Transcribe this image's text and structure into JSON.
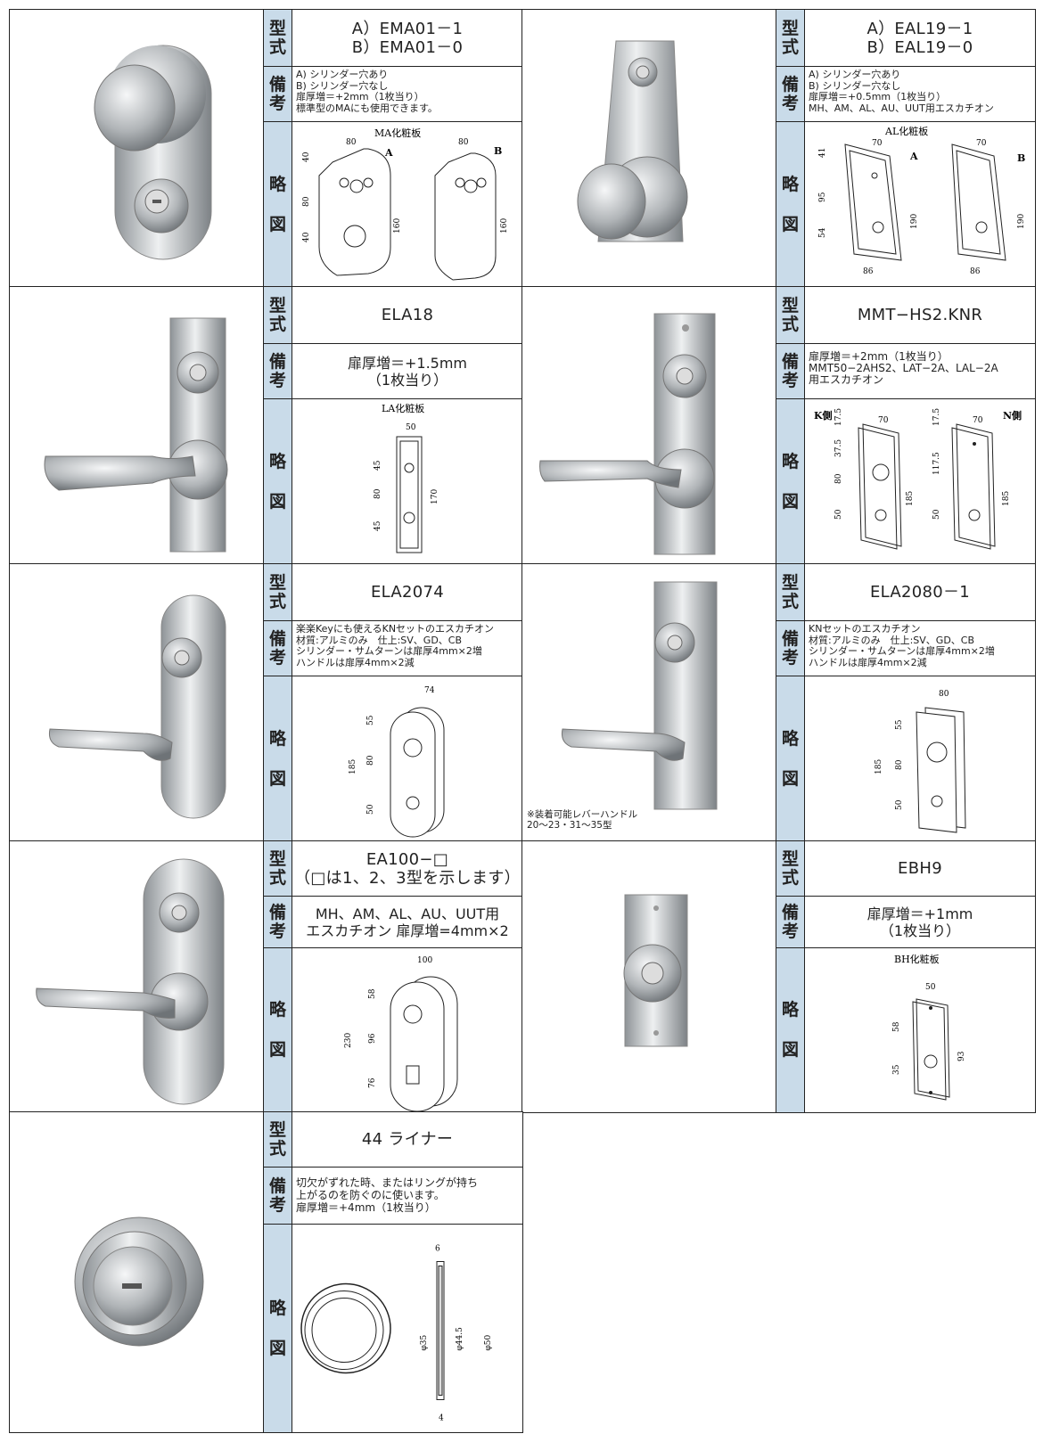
{
  "labels": {
    "model": [
      "型",
      "式"
    ],
    "remarks": [
      "備",
      "考"
    ],
    "sketch": [
      "略",
      "図"
    ]
  },
  "items": [
    {
      "model": "A）EMA01－1\nB）EMA01－0",
      "remarks": "A) シリンダー穴あり\nB) シリンダー穴なし\n扉厚増＝+2mm（1枚当り）\n標準型のMAにも使用できます。",
      "plate_title": "MA化粧板",
      "dims": [
        "40",
        "80",
        "40",
        "80",
        "160",
        "80",
        "160"
      ],
      "variants": [
        "A",
        "B"
      ]
    },
    {
      "model": "A）EAL19－1\nB）EAL19－0",
      "remarks": "A) シリンダー穴あり\nB) シリンダー穴なし\n扉厚増＝+0.5mm（1枚当り）\nMH、AM、AL、AU、UUT用エスカチオン",
      "plate_title": "AL化粧板",
      "dims": [
        "41",
        "70",
        "95",
        "54",
        "190",
        "86",
        "70",
        "190",
        "86"
      ],
      "variants": [
        "A",
        "B"
      ]
    },
    {
      "model": "ELA18",
      "remarks": "扉厚増＝+1.5mm\n（1枚当り）",
      "plate_title": "LA化粧板",
      "dims": [
        "50",
        "45",
        "80",
        "45",
        "170"
      ]
    },
    {
      "model": "MMT−HS2.KNR",
      "remarks": "扉厚増＝+2mm（1枚当り）\nMMT50−2AHS2、LAT−2A、LAL−2A\n用エスカチオン",
      "sides": [
        "K側",
        "N側"
      ],
      "dims": [
        "17.5",
        "37.5",
        "80",
        "50",
        "185",
        "70",
        "17.5",
        "117.5",
        "50",
        "185",
        "70"
      ]
    },
    {
      "model": "ELA2074",
      "remarks": "楽楽Keyにも使えるKNセットのエスカチオン\n材質:アルミのみ　仕上:SV、GD、CB\nシリンダー・サムターンは扉厚4mm×2増\nハンドルは扉厚4mm×2減",
      "dims": [
        "74",
        "55",
        "185",
        "80",
        "50"
      ]
    },
    {
      "model": "ELA2080－1",
      "remarks": "KNセットのエスカチオン\n材質:アルミのみ　仕上:SV、GD、CB\nシリンダー・サムターンは扉厚4mm×2増\nハンドルは扉厚4mm×2減",
      "photo_note": "※装着可能レバーハンドル\n20〜23・31〜35型",
      "dims": [
        "80",
        "55",
        "185",
        "80",
        "50"
      ]
    },
    {
      "model": "EA100−□\n（□は1、2、3型を示します）",
      "remarks": "MH、AM、AL、AU、UUT用\nエスカチオン 扉厚増=4mm×2",
      "dims": [
        "100",
        "58",
        "230",
        "96",
        "76"
      ]
    },
    {
      "model": "EBH9",
      "remarks": "扉厚増＝+1mm\n（1枚当り）",
      "plate_title": "BH化粧板",
      "dims": [
        "50",
        "58",
        "35",
        "93"
      ]
    },
    {
      "model": "44 ライナー",
      "remarks": "切欠がずれた時、またはリングが持ち\n上がるのを防ぐのに使います。\n扉厚増＝+4mm（1枚当り）",
      "dims": [
        "6",
        "φ35",
        "φ44.5",
        "φ50",
        "4"
      ]
    }
  ],
  "colors": {
    "label_bg": "#c9dbe9",
    "border": "#222222",
    "metal": "#b8bcbf"
  }
}
